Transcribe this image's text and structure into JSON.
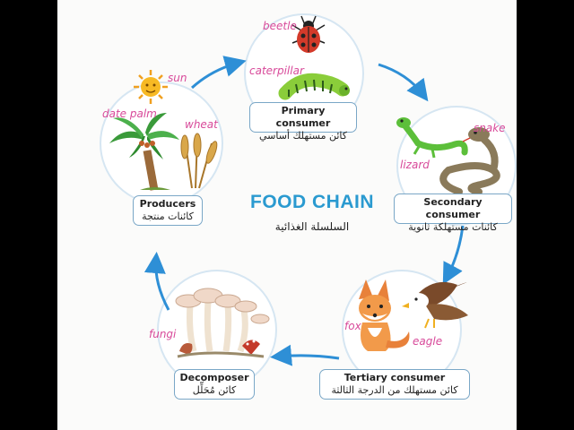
{
  "title": "FOOD CHAIN",
  "subtitle": "السلسلة الغذائية",
  "colors": {
    "label": "#d84a9a",
    "title": "#2a9ad0",
    "arrow": "#2e8fd6",
    "box_border": "#7aa7c7"
  },
  "stages": {
    "producers": {
      "en": "Producers",
      "ar": "كائنات منتجة",
      "organisms": [
        "date palm",
        "wheat",
        "sun"
      ]
    },
    "primary": {
      "en": "Primary consumer",
      "ar": "كائن مستهلك أساسي",
      "organisms": [
        "beetle",
        "caterpillar"
      ]
    },
    "secondary": {
      "en": "Secondary consumer",
      "ar": "كائنات مستهلكة ثانوية",
      "organisms": [
        "lizard",
        "snake"
      ]
    },
    "tertiary": {
      "en": "Tertiary consumer",
      "ar": "كائن مستهلك من الدرجة الثالثة",
      "organisms": [
        "fox",
        "eagle"
      ]
    },
    "decomposer": {
      "en": "Decomposer",
      "ar": "كائن مُحَلِّل",
      "organisms": [
        "fungi"
      ]
    }
  }
}
